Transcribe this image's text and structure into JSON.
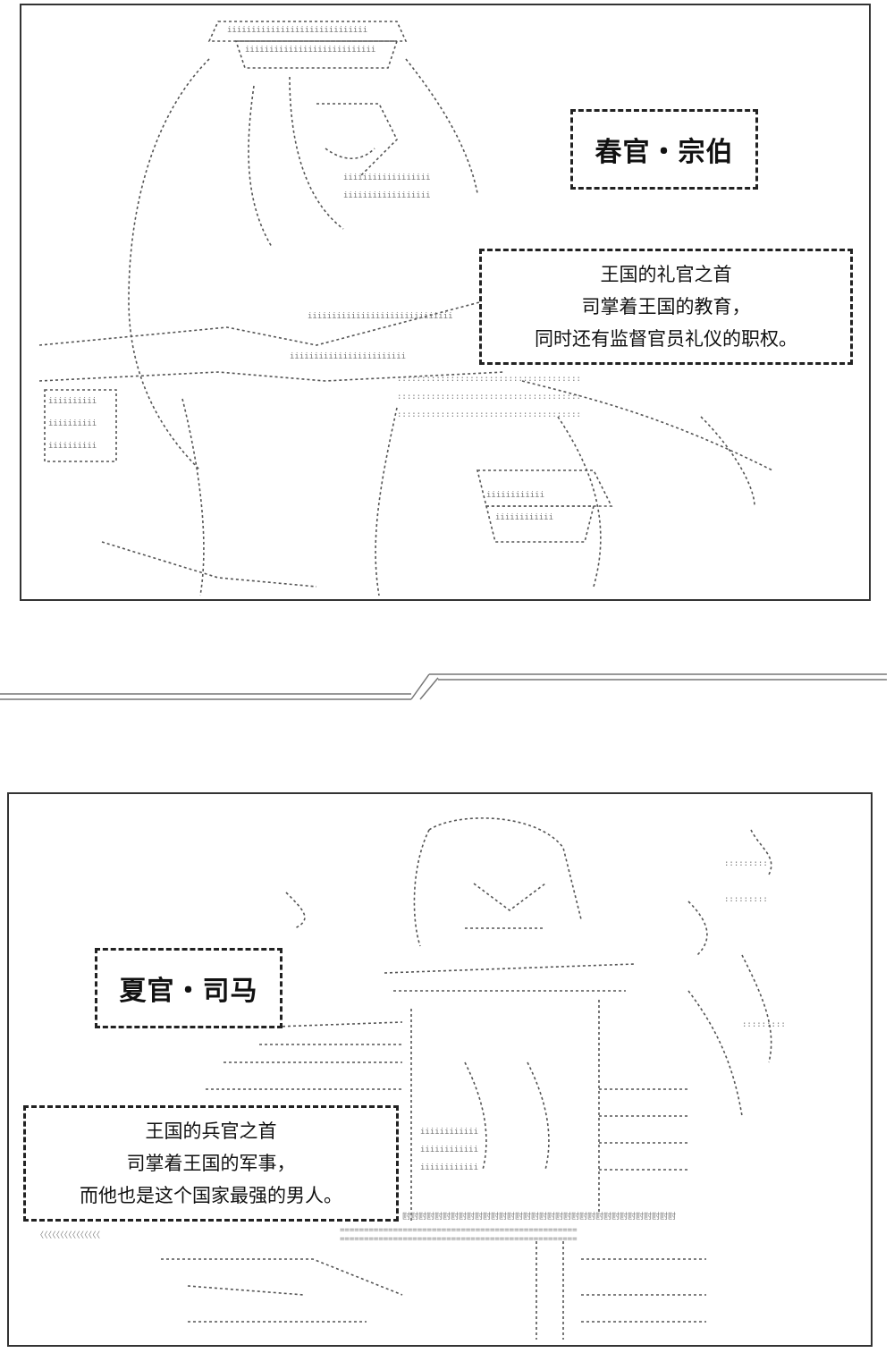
{
  "panels": [
    {
      "title": "春官・宗伯",
      "lines": [
        "王国的礼官之首",
        "司掌着王国的教育，",
        "同时还有监督官员礼仪的职权。"
      ]
    },
    {
      "title": "夏官・司马",
      "lines": [
        "王国的兵官之首",
        "司掌着王国的军事，",
        "而他也是这个国家最强的男人。"
      ]
    }
  ],
  "colors": {
    "ink": "#222222",
    "paper": "#ffffff",
    "art": "#555555"
  }
}
